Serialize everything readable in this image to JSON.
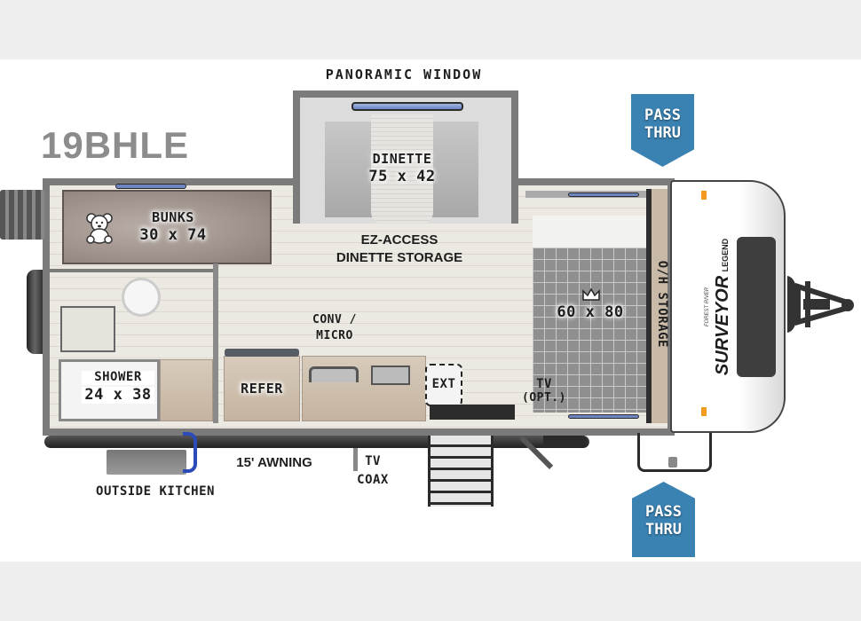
{
  "floorplan": {
    "model": "19BHLE",
    "brand": {
      "maker": "FOREST RIVER",
      "name": "SURVEYOR",
      "sub": "LEGEND"
    },
    "labels": {
      "panoramic_window": "PANORAMIC WINDOW",
      "dinette_title": "DINETTE",
      "dinette_size": "75 x 42",
      "bunks_title": "BUNKS",
      "bunks_size": "30 x 74",
      "ez_access_1": "EZ-ACCESS",
      "ez_access_2": "DINETTE STORAGE",
      "bed_size": "60 x 80",
      "oh_storage": "O/H STORAGE",
      "conv_micro_1": "CONV /",
      "conv_micro_2": "MICRO",
      "shower_title": "SHOWER",
      "shower_size": "24 x 38",
      "refer": "REFER",
      "ext": "EXT",
      "tv_1": "TV",
      "tv_2": "(OPT.)",
      "awning": "15' AWNING",
      "tv_coax_1": "TV",
      "tv_coax_2": "COAX",
      "outside_kitchen": "OUTSIDE KITCHEN"
    },
    "pass_thru_top": {
      "line1": "PASS",
      "line2": "THRU"
    },
    "pass_thru_bottom": {
      "line1": "PASS",
      "line2": "THRU"
    },
    "icons": {
      "bunks": "teddy-bear-icon",
      "bed": "crown-icon"
    },
    "colors": {
      "pass_thru": "#3a82b2",
      "model_text": "#8c8c8c",
      "background": "#eeeeee"
    }
  }
}
